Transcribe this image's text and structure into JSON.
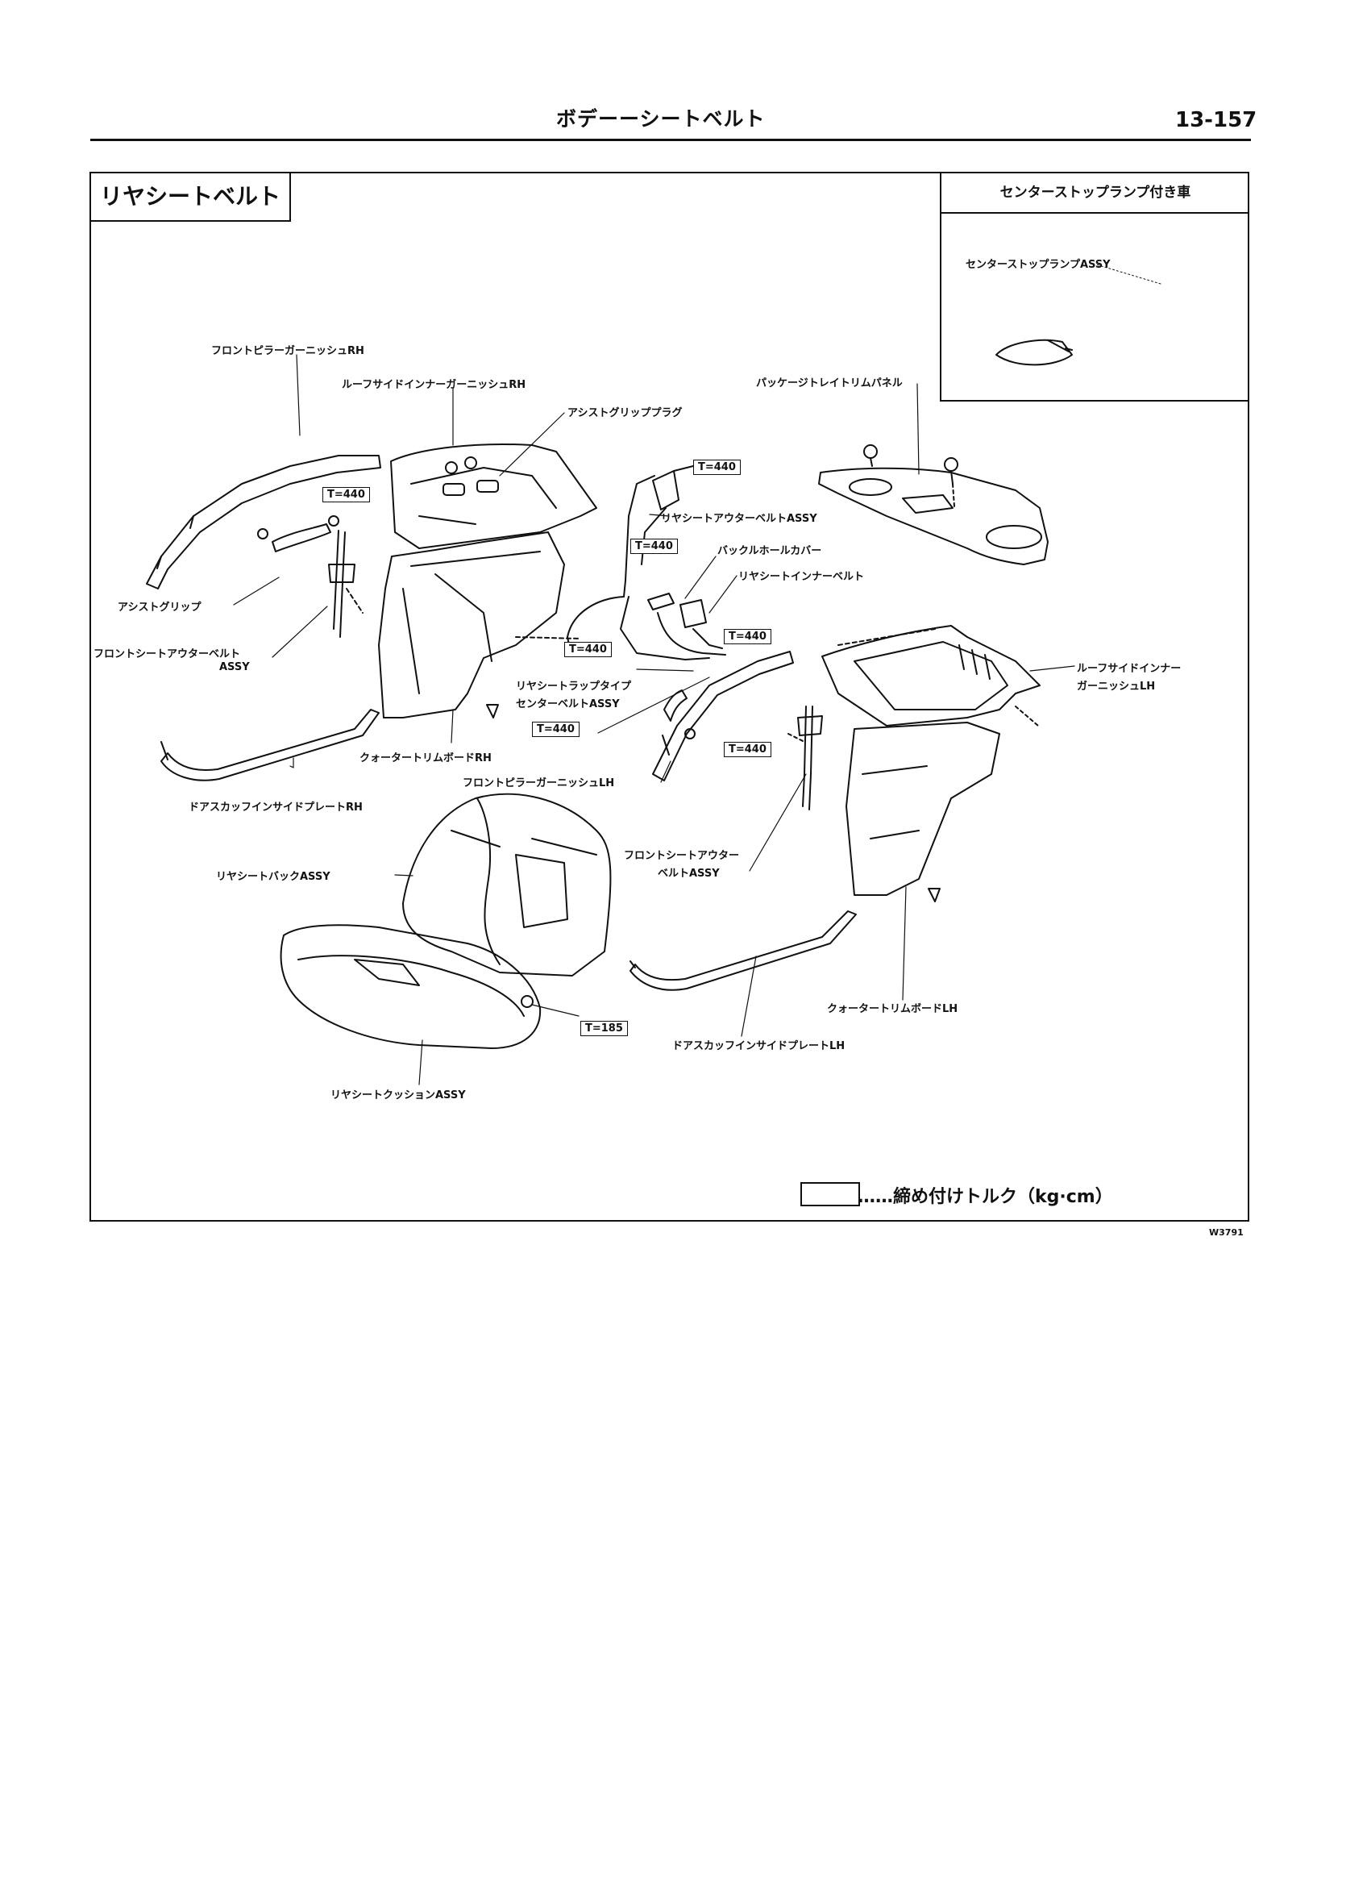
{
  "header": {
    "title": "ボデーーシートベルト",
    "page_number": "13-157"
  },
  "section_title": "リヤシートベルト",
  "inset": {
    "title": "センターストップランプ付き車",
    "part_label": "センターストップランプASSY"
  },
  "labels": {
    "front_pillar_rh": "フロントピラーガーニッシュRH",
    "roof_side_rh": "ルーフサイドインナーガーニッシュRH",
    "assist_grip_plug": "アシストグリッププラグ",
    "package_tray": "パッケージトレイトリムパネル",
    "rear_outer_belt": "リヤシートアウターベルトASSY",
    "buckle_cover": "バックルホールカバー",
    "rear_inner_belt": "リヤシートインナーベルト",
    "assist_grip": "アシストグリップ",
    "front_outer_rh_1": "フロントシートアウターベルト",
    "front_outer_rh_2": "ASSY",
    "lap_center_1": "リヤシートラップタイプ",
    "lap_center_2": "センターベルトASSY",
    "roof_side_lh_1": "ルーフサイドインナー",
    "roof_side_lh_2": "ガーニッシュLH",
    "quarter_rh": "クォータートリムボードRH",
    "front_pillar_lh": "フロントピラーガーニッシュLH",
    "scuff_rh": "ドアスカッフインサイドプレートRH",
    "front_outer_lh_1": "フロントシートアウター",
    "front_outer_lh_2": "ベルトASSY",
    "seat_back": "リヤシートバックASSY",
    "quarter_lh": "クォータートリムボードLH",
    "scuff_lh": "ドアスカッフインサイドプレートLH",
    "cushion": "リヤシートクッションASSY"
  },
  "torque": {
    "t1": "T=440",
    "t2": "T=440",
    "t3": "T=440",
    "t4": "T=440",
    "t5": "T=440",
    "t6": "T=440",
    "t7": "T=440",
    "t8": "T=185"
  },
  "legend": "……締め付けトルク（kg·cm）",
  "figure_code": "W3791"
}
